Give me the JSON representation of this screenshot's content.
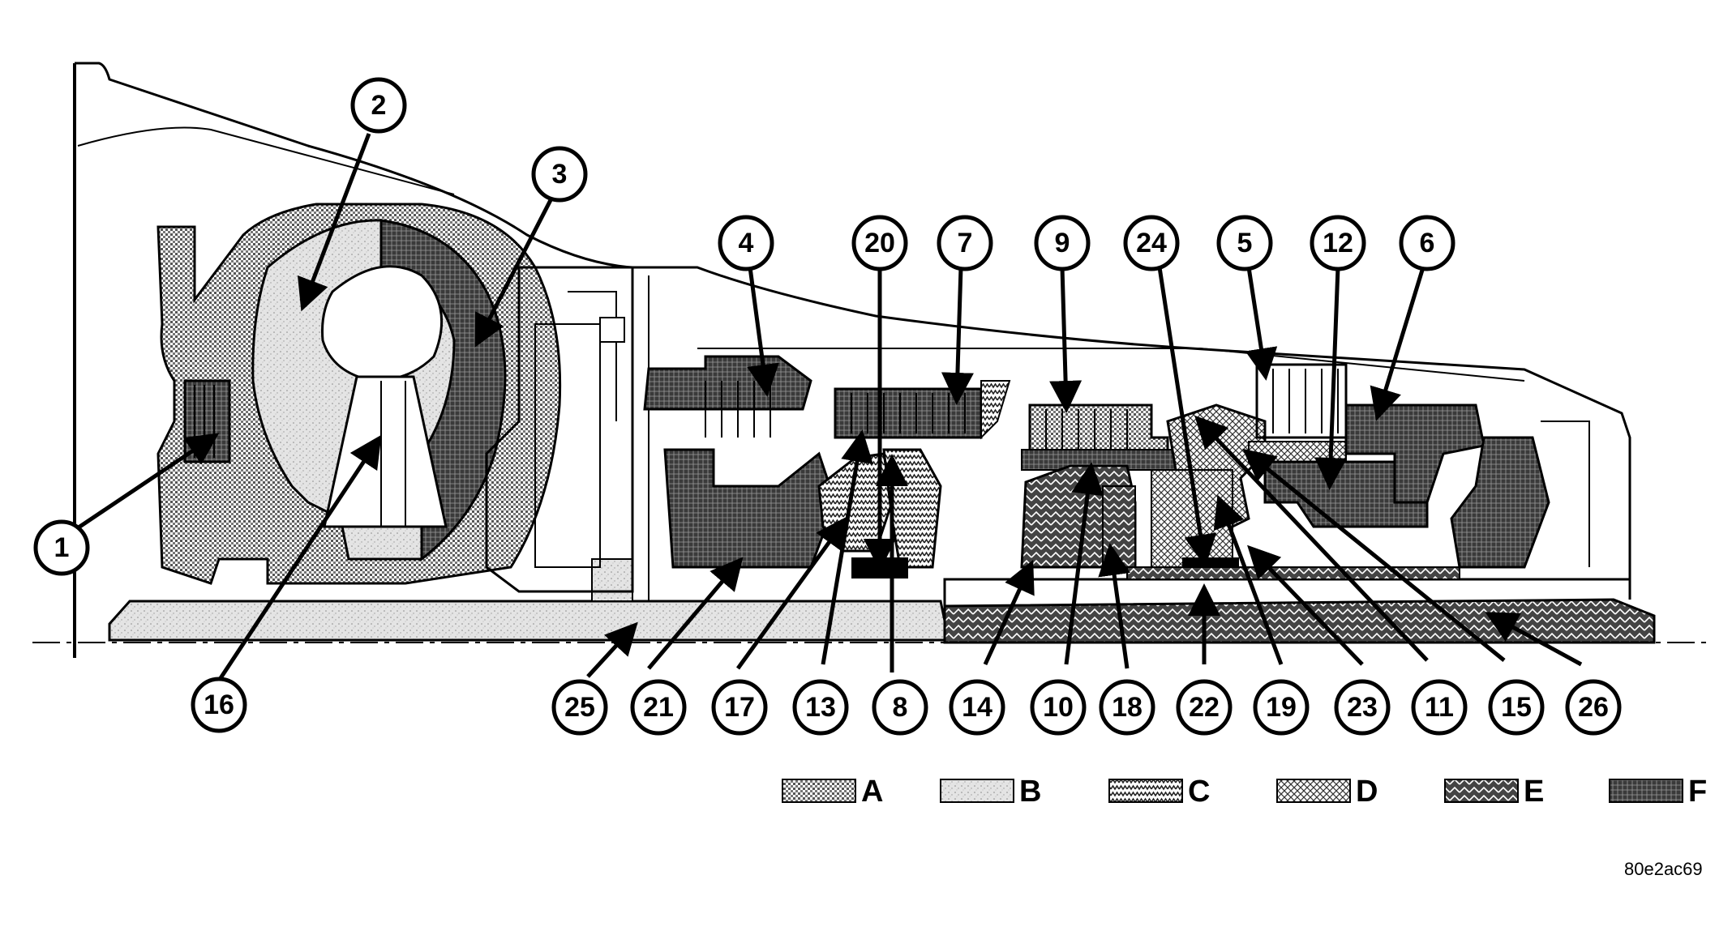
{
  "diagram": {
    "image_id": "80e2ac69",
    "callouts": [
      "1",
      "2",
      "3",
      "4",
      "5",
      "6",
      "7",
      "8",
      "9",
      "10",
      "11",
      "12",
      "13",
      "14",
      "15",
      "16",
      "17",
      "18",
      "19",
      "20",
      "21",
      "22",
      "23",
      "24",
      "25",
      "26"
    ],
    "legend": [
      {
        "key": "A",
        "pattern": "pat-a"
      },
      {
        "key": "B",
        "pattern": "pat-b"
      },
      {
        "key": "C",
        "pattern": "pat-c"
      },
      {
        "key": "D",
        "pattern": "pat-d"
      },
      {
        "key": "E",
        "pattern": "pat-e"
      },
      {
        "key": "F",
        "pattern": "pat-f"
      }
    ]
  }
}
